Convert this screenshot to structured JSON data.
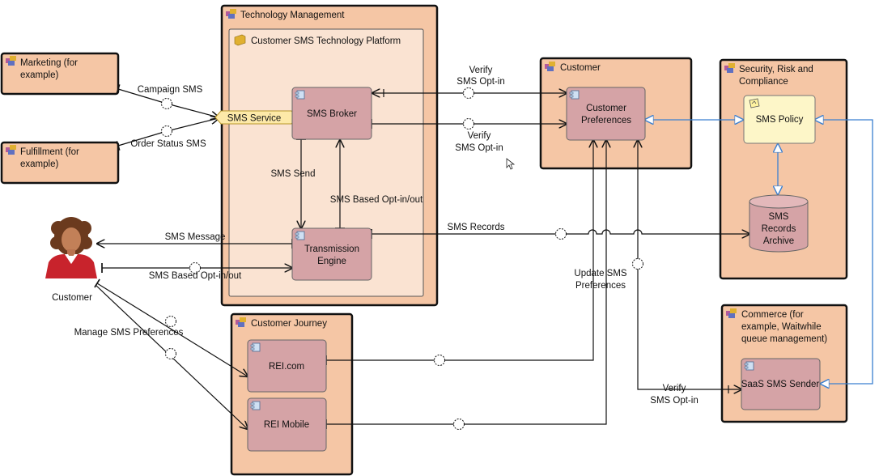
{
  "groups": {
    "tech_mgmt": "Technology Management",
    "platform": "Customer SMS Technology Platform",
    "customer": "Customer",
    "security": [
      "Security, Risk and",
      "Compliance"
    ],
    "journey": "Customer Journey",
    "commerce": [
      "Commerce (for",
      "example, Waitwhile",
      "queue management)"
    ],
    "marketing": [
      "Marketing (for",
      "example)"
    ],
    "fulfillment": [
      "Fulfillment (for",
      "example)"
    ]
  },
  "nodes": {
    "sms_broker": "SMS Broker",
    "transmission": [
      "Transmission",
      "Engine"
    ],
    "customer_prefs": [
      "Customer",
      "Preferences"
    ],
    "sms_policy": "SMS Policy",
    "archive": [
      "SMS",
      "Records",
      "Archive"
    ],
    "rei_com": "REI.com",
    "rei_mobile": "REI Mobile",
    "saas_sender": "SaaS SMS Sender",
    "sms_service": "SMS Service",
    "actor": "Customer"
  },
  "labels": {
    "campaign_sms": "Campaign SMS",
    "order_status_sms": "Order Status SMS",
    "verify_optin_1": [
      "Verify",
      "SMS Opt-in"
    ],
    "verify_optin_2": [
      "Verify",
      "SMS Opt-in"
    ],
    "verify_optin_3": [
      "Verify",
      "SMS Opt-in"
    ],
    "sms_send": "SMS Send",
    "sms_based_optinout_v": "SMS Based Opt-in/out",
    "sms_records": "SMS Records",
    "sms_message": "SMS Message",
    "sms_based_optinout_h": "SMS Based Opt-in/out",
    "update_prefs": [
      "Update SMS",
      "Preferences"
    ],
    "manage_prefs": "Manage SMS Preferences"
  },
  "colors": {
    "group_fill": "#f5c6a5",
    "component_fill": "#d5a3a6",
    "policy_fill": "#fdf6c8",
    "association_blue": "#3a7fd0",
    "service_fill": "#fde9a8"
  },
  "icons": {
    "group": "group-icon",
    "component": "component-icon",
    "platform": "platform-icon",
    "policy": "policy-icon",
    "actor": "person-icon"
  }
}
